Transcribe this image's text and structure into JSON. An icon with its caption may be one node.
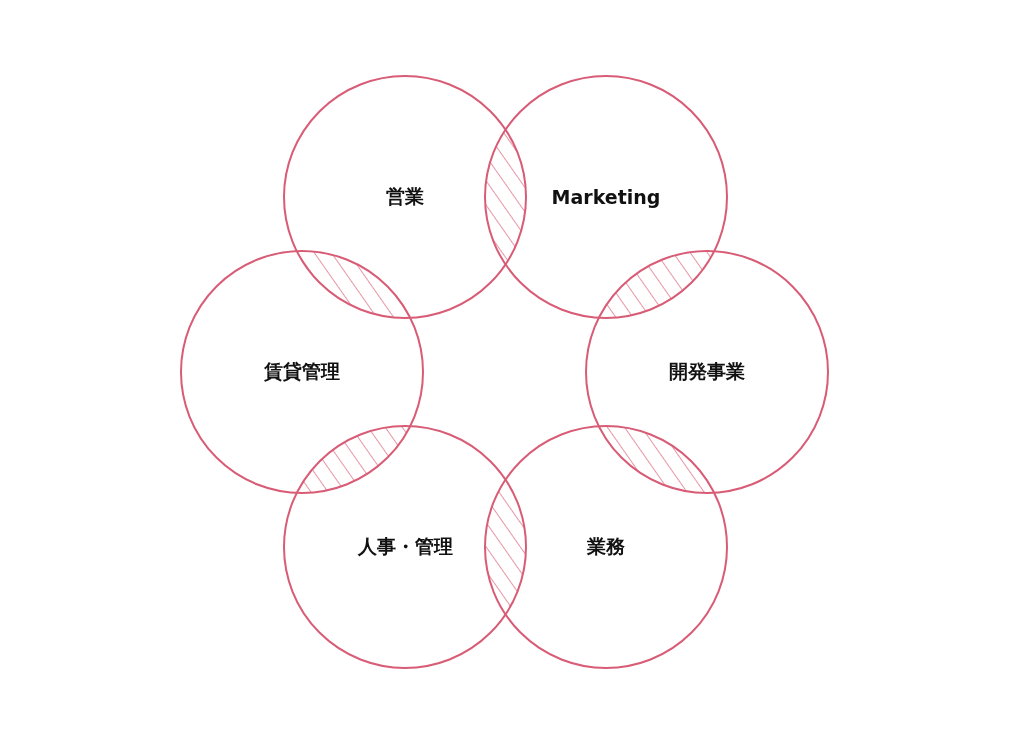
{
  "diagram": {
    "nodes": [
      {
        "text": [
          "営業"
        ]
      },
      {
        "text": [
          "Marketing"
        ]
      },
      {
        "text": [
          "賃貸管理"
        ]
      },
      {
        "text": [
          "開発事業"
        ]
      },
      {
        "text": [
          "人事・管理"
        ]
      },
      {
        "text": [
          "業務"
        ]
      }
    ]
  }
}
